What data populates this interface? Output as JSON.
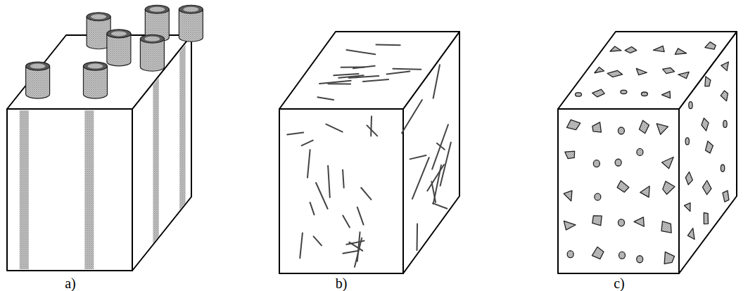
{
  "diagram": {
    "labels": [
      "a)",
      "b)",
      "c)"
    ]
  }
}
